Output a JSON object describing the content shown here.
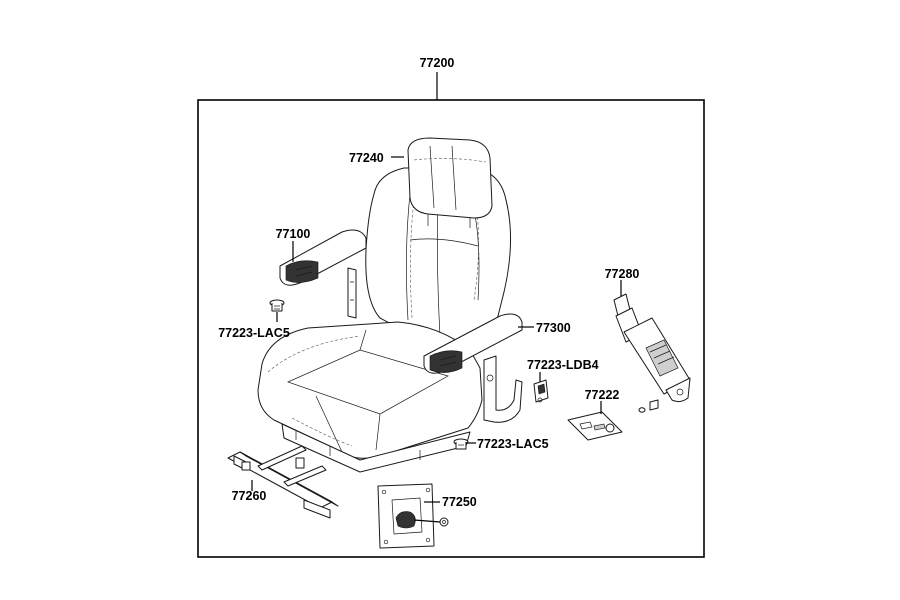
{
  "diagram": {
    "labels": {
      "assembly": "77200",
      "headrest": "77240",
      "left_armrest": "77100",
      "left_fastener": "77223-LAC5",
      "right_armrest": "77300",
      "switch_fastener": "77223-LDB4",
      "seat_belt": "77280",
      "switch_plate": "77222",
      "lower_fastener": "77223-LAC5",
      "slide_rail": "77260",
      "swivel_plate": "77250"
    }
  }
}
